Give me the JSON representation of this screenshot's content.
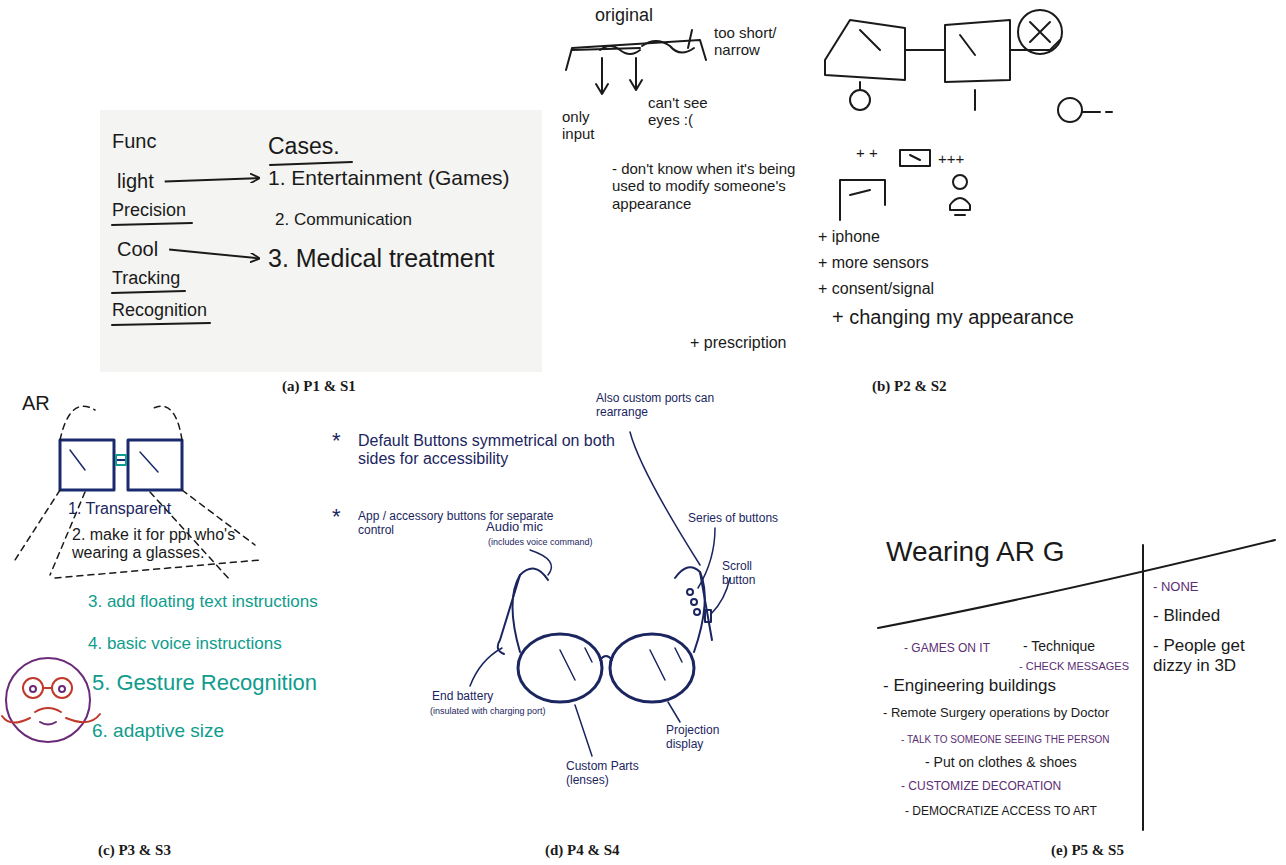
{
  "diagram": {
    "nodes": [
      {
        "text": [
          "light"
        ]
      },
      {
        "text": [
          "1. Entertainment (Games)"
        ]
      },
      {
        "text": [
          "Cool"
        ]
      },
      {
        "text": [
          "3. Medical treatment"
        ]
      }
    ],
    "edges": [
      {
        "from": 0,
        "to": 1,
        "arrow": "to"
      },
      {
        "from": 2,
        "to": 3,
        "arrow": "to"
      }
    ],
    "labels": [
      "Func",
      "Precision",
      "Tracking",
      "Recognition",
      "Cases.",
      "2. Communication",
      "(a) P1 & S1",
      "original",
      "too short/ narrow",
      "only input",
      "can't see eyes :(",
      "- don't know when it's being used to modify someone's appearance",
      "+ +",
      "+++",
      "+ iphone",
      "+ more sensors",
      "+ consent/signal",
      "+ prescription",
      "+ changing my appearance",
      "(b) P2 & S2",
      "AR",
      "1. Transparent",
      "2. make it for ppl who's wearing a glasses.",
      "3. add floating text instructions",
      "4. basic voice instructions",
      "5. Gesture Recognition",
      "6. adaptive size",
      "(c) P3 & S3",
      "*",
      "Default Buttons symmetrical on both sides for accessibility",
      "*",
      "App / accessory buttons for separate control",
      "Also custom ports can rearrange",
      "Audio mic",
      "(includes voice command)",
      "Series of buttons",
      "Scroll button",
      "End battery",
      "(insulated with charging port)",
      "Custom Parts (lenses)",
      "Projection display",
      "(d) P4 & S4",
      "Wearing AR G",
      "- GAMES ON IT",
      "- Technique",
      "- CHECK MESSAGES",
      "- Engineering buildings",
      "- Remote Surgery operations by Doctor",
      "- TALK TO SOMEONE SEEING THE PERSON",
      "- Put on clothes & shoes",
      "- CUSTOMIZE DECORATION",
      "- DEMOCRATIZE ACCESS TO ART",
      "- NONE",
      "- Blinded",
      "- People get dizzy in 3D",
      "(e) P5 & S5"
    ]
  }
}
